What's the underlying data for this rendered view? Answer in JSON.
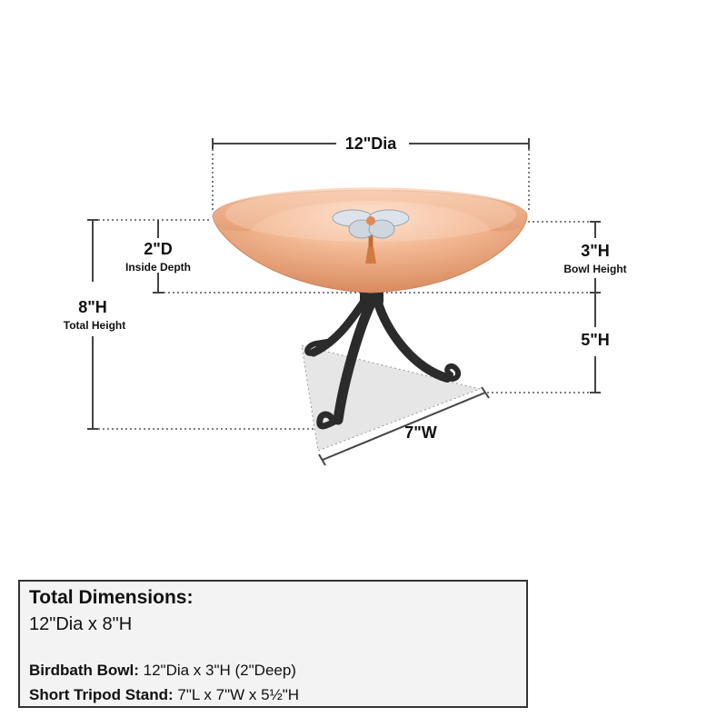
{
  "diagram": {
    "dimensions": {
      "diameter": "12\"Dia",
      "inside_depth_value": "2\"D",
      "inside_depth_caption": "Inside Depth",
      "total_height_value": "8\"H",
      "total_height_caption": "Total Height",
      "bowl_height_value": "3\"H",
      "bowl_height_caption": "Bowl Height",
      "stand_height_value": "5\"H",
      "stand_width_value": "7\"W"
    },
    "colors": {
      "copper": "#e9a57e",
      "copper_light": "#fbd9c4",
      "stand": "#2b2b2b",
      "dim_line": "#555555"
    }
  },
  "panel": {
    "title": "Total Dimensions:",
    "total": "12\"Dia x 8\"H",
    "bowl_label": "Birdbath Bowl:",
    "bowl_value": "12\"Dia x 3\"H (2\"Deep)",
    "stand_label": "Short Tripod Stand:",
    "stand_value": "7\"L x 7\"W x 5½\"H"
  }
}
